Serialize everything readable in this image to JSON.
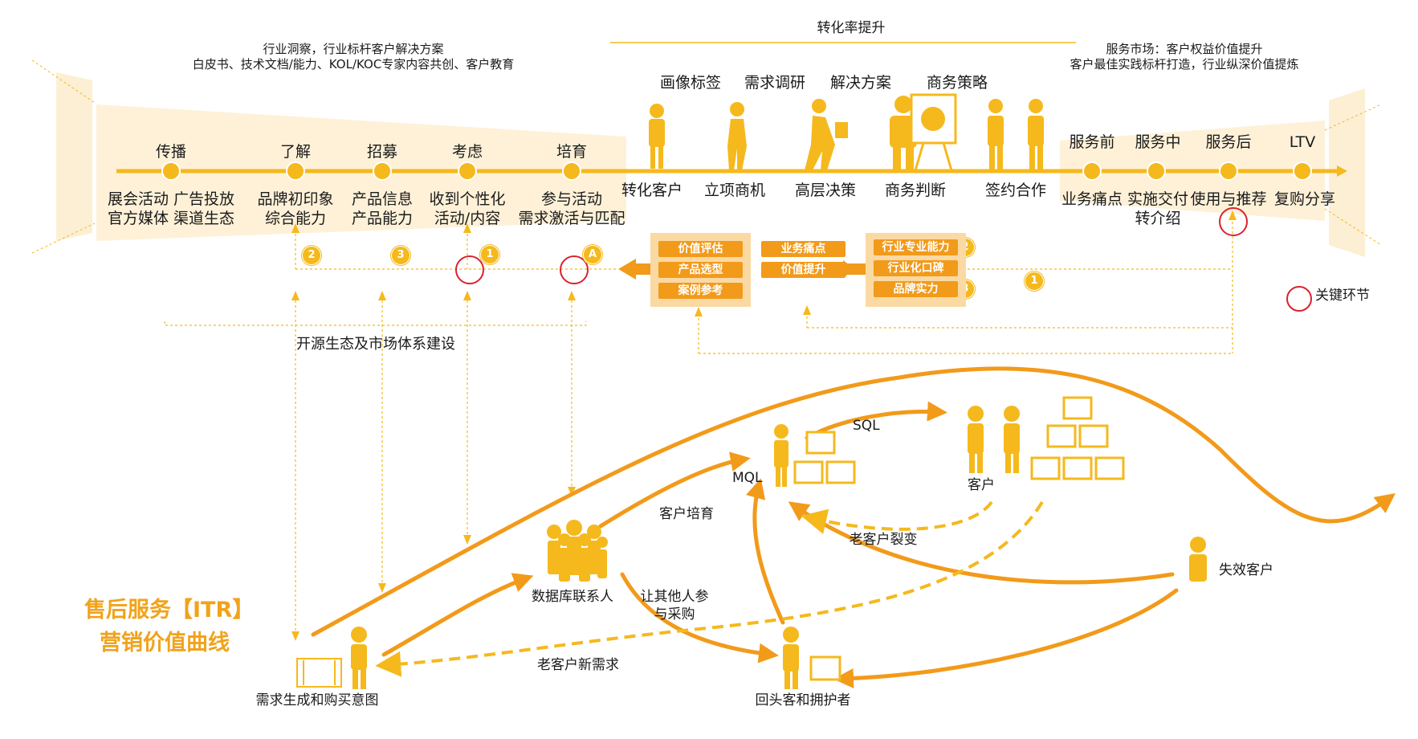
{
  "top": {
    "conversion_title": "转化率提升",
    "left_note_line1": "行业洞察，行业标杆客户解决方案",
    "left_note_line2": "白皮书、技术文档/能力、KOL/KOC专家内容共创、客户教育",
    "right_note_line1": "服务市场：客户权益价值提升",
    "right_note_line2": "客户最佳实践标杆打造，行业纵深价值提炼"
  },
  "stages_left": [
    {
      "label": "传播",
      "sub1": "展会活动  广告投放",
      "sub2": "官方媒体  渠道生态"
    },
    {
      "label": "了解",
      "sub1": "品牌初印象",
      "sub2": "综合能力"
    },
    {
      "label": "招募",
      "sub1": "产品信息",
      "sub2": "产品能力"
    },
    {
      "label": "考虑",
      "sub1": "收到个性化",
      "sub2": "活动/内容"
    },
    {
      "label": "培育",
      "sub1": "参与活动",
      "sub2": "需求激活与匹配"
    }
  ],
  "stages_mid": [
    {
      "top": "画像标签",
      "bottom": "转化客户"
    },
    {
      "top": "需求调研",
      "bottom": "立项商机"
    },
    {
      "top": "解决方案",
      "bottom": "高层决策"
    },
    {
      "top": "商务策略",
      "bottom": "商务判断"
    },
    {
      "top": "",
      "bottom": "签约合作"
    }
  ],
  "stages_right": [
    {
      "label": "服务前",
      "sub1": "业务痛点",
      "sub2": ""
    },
    {
      "label": "服务中",
      "sub1": "实施交付",
      "sub2": "转介绍"
    },
    {
      "label": "服务后",
      "sub1": "使用与推荐",
      "sub2": ""
    },
    {
      "label": "LTV",
      "sub1": "复购分享",
      "sub2": ""
    }
  ],
  "feedback": {
    "left_boxes": [
      "价值评估",
      "产品选型",
      "案例参考"
    ],
    "mid_boxes": [
      "业务痛点",
      "价值提升"
    ],
    "right_boxes": [
      "行业专业能力",
      "行业化口碑",
      "品牌实力"
    ],
    "badges": {
      "b1": "2",
      "b2": "3",
      "b3": "1",
      "b4": "A",
      "b5": "2",
      "b6": "3",
      "b7": "1"
    },
    "legend": "关键环节",
    "ecosystem": "开源生态及市场体系建设"
  },
  "bottom": {
    "title_line1": "售后服务【ITR】",
    "title_line2": "营销价值曲线",
    "demand": "需求生成和购买意图",
    "database": "数据库联系人",
    "nurture": "客户培育",
    "mql": "MQL",
    "sql": "SQL",
    "customer": "客户",
    "referral": "老客户裂变",
    "others_line1": "让其他人参",
    "others_line2": "与采购",
    "new_need": "老客户新需求",
    "returning": "回头客和拥护者",
    "lost": "失效客户"
  },
  "colors": {
    "accent": "#f5b91d",
    "deep": "#f29a1a",
    "funnel": "#fdebc8",
    "ring": "#d9232e"
  }
}
